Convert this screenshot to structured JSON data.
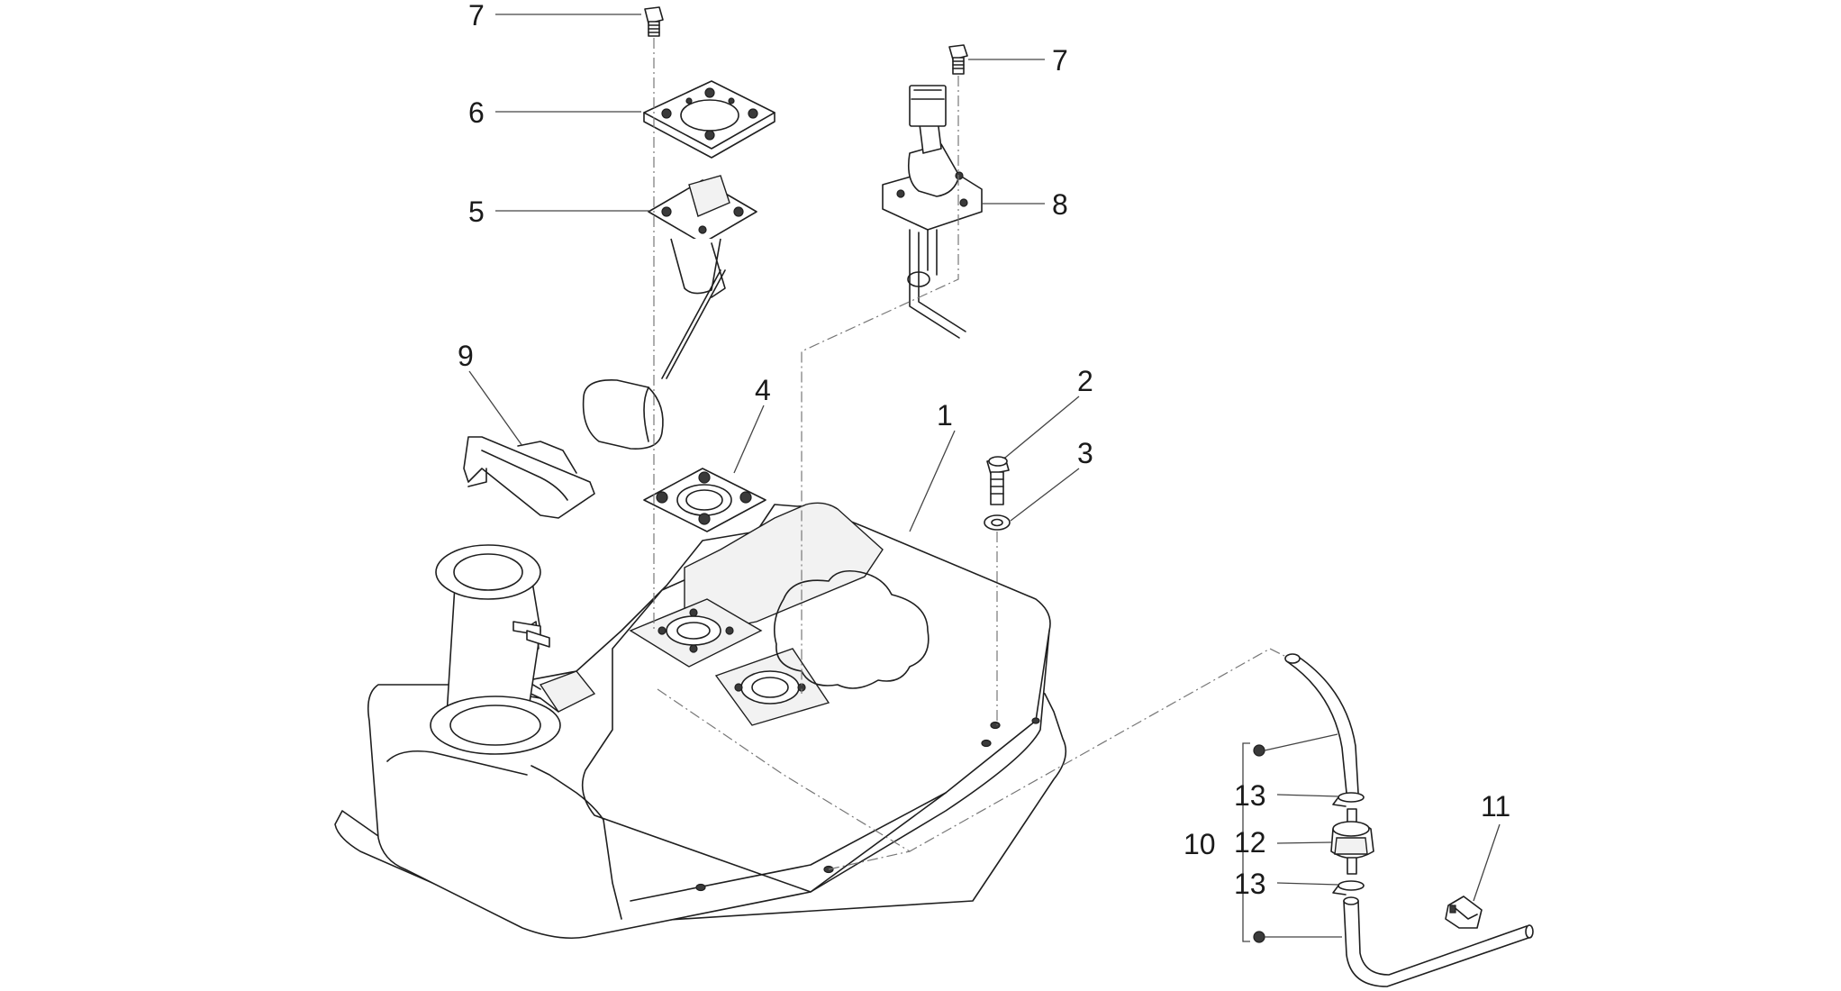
{
  "diagram": {
    "callouts": [
      {
        "id": "c1",
        "label": "1"
      },
      {
        "id": "c2",
        "label": "2"
      },
      {
        "id": "c3",
        "label": "3"
      },
      {
        "id": "c4",
        "label": "4"
      },
      {
        "id": "c5",
        "label": "5"
      },
      {
        "id": "c6",
        "label": "6"
      },
      {
        "id": "c7a",
        "label": "7"
      },
      {
        "id": "c7b",
        "label": "7"
      },
      {
        "id": "c8",
        "label": "8"
      },
      {
        "id": "c9",
        "label": "9"
      },
      {
        "id": "c10",
        "label": "10"
      },
      {
        "id": "c11",
        "label": "11"
      },
      {
        "id": "c12",
        "label": "12"
      },
      {
        "id": "c13a",
        "label": "13"
      },
      {
        "id": "c13b",
        "label": "13"
      }
    ]
  }
}
